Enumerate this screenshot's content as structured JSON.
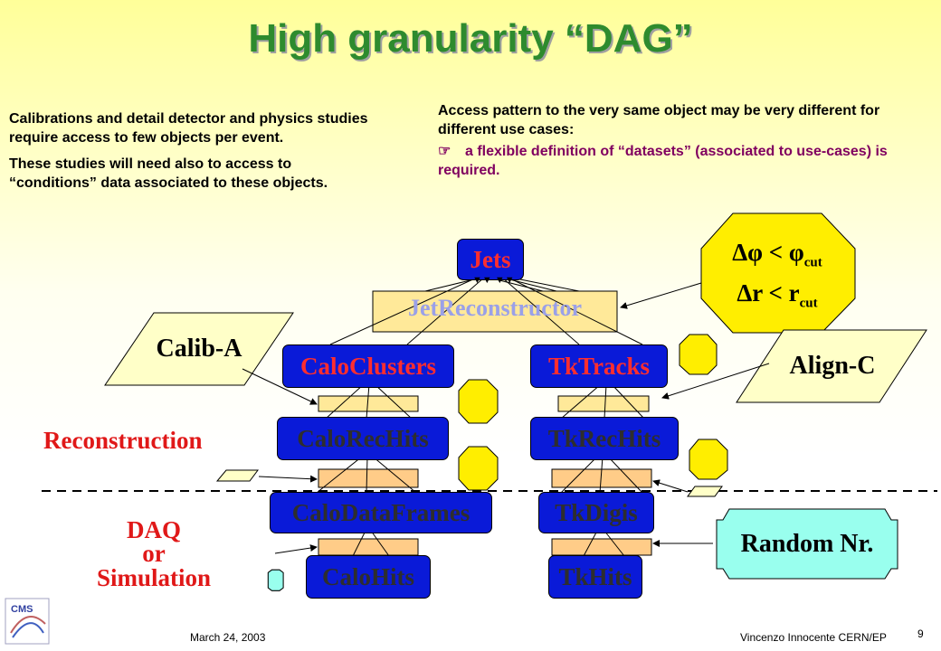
{
  "title": "High granularity “DAG”",
  "left_text": {
    "para1": "Calibrations and detail detector and physics studies require access to few objects per event.",
    "para2": "These studies will need also to access to “conditions” data associated to these objects."
  },
  "right_text": {
    "para1": "Access pattern to the very same object may be very different for different use cases:",
    "bullet_icon": "pointing-hand-icon",
    "para2": "a flexible definition of “datasets” (associated to use-cases) is required."
  },
  "nodes": {
    "jets": "Jets",
    "jet_reconstructor": "JetReconstructor",
    "calo_clusters": "CaloClusters",
    "tk_tracks": "TkTracks",
    "calo_rec_hits": "CaloRecHits",
    "tk_rec_hits": "TkRecHits",
    "calo_data_frames": "CaloDataFrames",
    "tk_digis": "TkDigis",
    "calo_hits": "CaloHits",
    "tk_hits": "TkHits"
  },
  "side_boxes": {
    "calib": "Calib-A",
    "align": "Align-C",
    "random": "Random Nr."
  },
  "cuts": {
    "line1_main": "Δφ < φ",
    "line1_sub": "cut",
    "line2_main": "Δr < r",
    "line2_sub": "cut"
  },
  "section_labels": {
    "reconstruction": "Reconstruction",
    "daq": "DAQ",
    "or": "or",
    "simulation": "Simulation"
  },
  "footer": {
    "date": "March 24, 2003",
    "author": "Vincenzo Innocente CERN/EP",
    "page": "9",
    "logo_text": "CMS"
  },
  "colors": {
    "title": "#2e8b2e",
    "node_fill": "#0a1ad8",
    "node_text": "#ff2e2e",
    "algo_fill": "#ffe999",
    "conn_fill": "#ffcc88",
    "octagon_fill": "#ffee00",
    "random_fill": "#99ffee"
  }
}
